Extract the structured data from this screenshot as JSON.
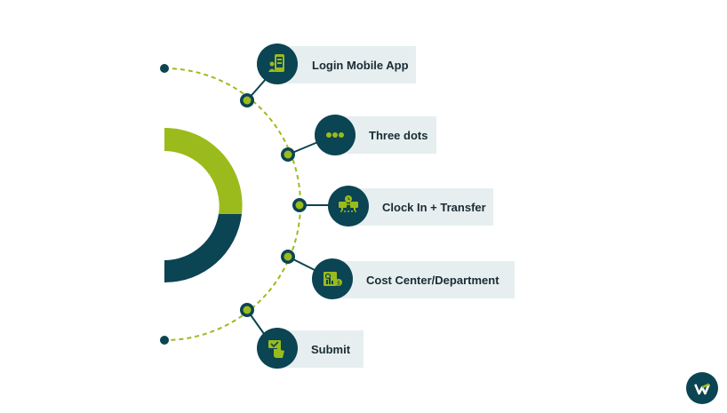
{
  "colors": {
    "dark_teal": "#0b4452",
    "lime_green": "#9bbb1c",
    "label_bg": "#e6eef0",
    "text": "#1a2b33"
  },
  "steps": [
    {
      "label": "Login Mobile App",
      "icon": "mobile-login-icon"
    },
    {
      "label": "Three dots",
      "icon": "three-dots-icon"
    },
    {
      "label": "Clock In + Transfer",
      "icon": "clock-transfer-icon"
    },
    {
      "label": "Cost Center/Department",
      "icon": "cost-center-icon"
    },
    {
      "label": "Submit",
      "icon": "submit-hand-icon"
    }
  ],
  "logo": {
    "icon": "brand-logo-icon"
  }
}
